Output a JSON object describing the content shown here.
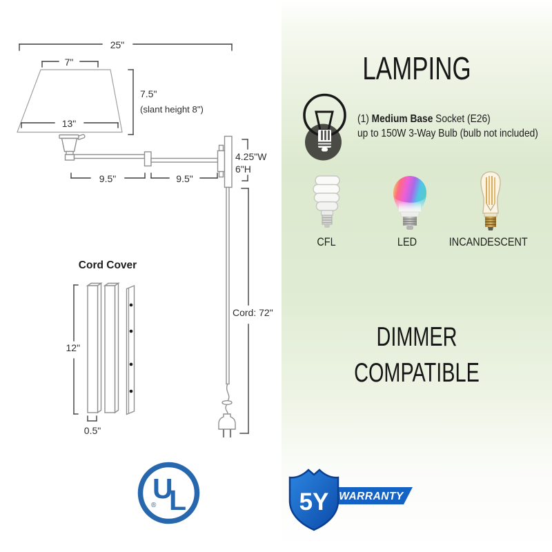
{
  "diagram": {
    "shade_width_overall": "25\"",
    "shade_width_top": "7\"",
    "shade_height": "7.5\"",
    "shade_slant_note": "(slant height 8\")",
    "shade_width_bottom": "13\"",
    "arm_segment_1": "9.5\"",
    "arm_segment_2": "9.5\"",
    "backplate_width": "4.25\"W",
    "backplate_height": "6\"H",
    "cord_length": "Cord: 72\"",
    "cord_cover_title": "Cord Cover",
    "cord_cover_length": "12\"",
    "cord_cover_width": "0.5\""
  },
  "lamping": {
    "title": "LAMPING",
    "socket_prefix": "(1) ",
    "socket_bold": "Medium Base",
    "socket_suffix": " Socket (E26)",
    "socket_line2": "up to 150W 3-Way Bulb (bulb not included)",
    "bulbs": [
      {
        "label": "CFL"
      },
      {
        "label": "LED"
      },
      {
        "label": "INCANDESCENT"
      }
    ],
    "dimmer_line1": "DIMMER",
    "dimmer_line2": "COMPATIBLE"
  },
  "badges": {
    "ul_letter_u": "U",
    "ul_letter_l": "L",
    "ul_registered": "®",
    "warranty_years": "5Y",
    "warranty_text": "WARRANTY"
  },
  "icons": {
    "lamping_icon": "light-bulb-icon",
    "ul_icon": "ul-certification-mark",
    "warranty_icon": "shield-ribbon"
  },
  "colors": {
    "panel_green_mid": "#dde9cf",
    "ul_blue": "#2767ad",
    "shield_blue_light": "#2b86e0",
    "shield_blue_dark": "#0c4aa9",
    "banner_blue": "#1463c4",
    "diagram_line": "#3c3c3c",
    "bulb_icon_circle": "#4b4b45",
    "edison_filament": "#d09a3e"
  }
}
